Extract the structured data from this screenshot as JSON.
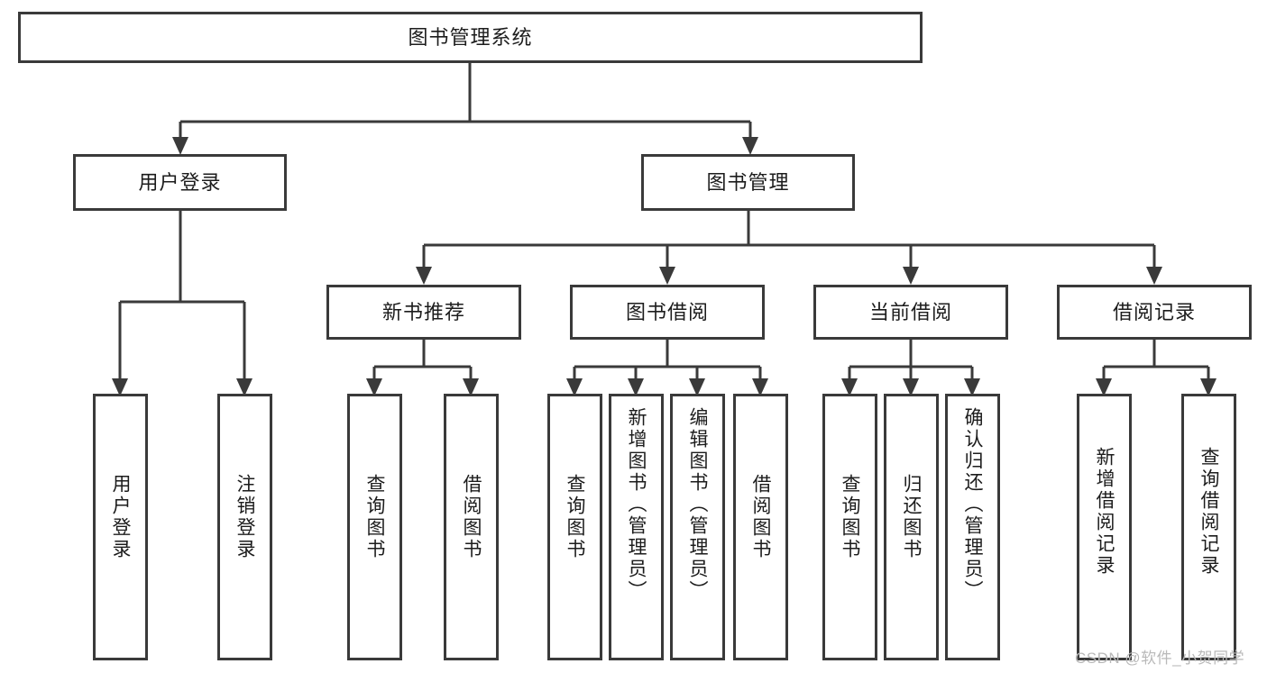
{
  "diagram": {
    "type": "tree-hierarchy",
    "title": "图书管理系统",
    "root": {
      "id": "root",
      "label": "图书管理系统"
    },
    "level2": [
      {
        "id": "user-login",
        "label": "用户登录"
      },
      {
        "id": "book-manage",
        "label": "图书管理"
      }
    ],
    "level3": [
      {
        "id": "new-book-recommend",
        "label": "新书推荐",
        "parent": "book-manage"
      },
      {
        "id": "book-borrow",
        "label": "图书借阅",
        "parent": "book-manage"
      },
      {
        "id": "current-borrow",
        "label": "当前借阅",
        "parent": "book-manage"
      },
      {
        "id": "borrow-record",
        "label": "借阅记录",
        "parent": "book-manage"
      }
    ],
    "leaves": [
      {
        "id": "leaf-user-login",
        "label": "用户登录",
        "parent": "user-login"
      },
      {
        "id": "leaf-user-logout",
        "label": "注销登录",
        "parent": "user-login"
      },
      {
        "id": "leaf-query-book-1",
        "label": "查询图书",
        "parent": "new-book-recommend"
      },
      {
        "id": "leaf-borrow-book-1",
        "label": "借阅图书",
        "parent": "new-book-recommend"
      },
      {
        "id": "leaf-query-book-2",
        "label": "查询图书",
        "parent": "book-borrow"
      },
      {
        "id": "leaf-add-book",
        "label": "新增图书（管理员）",
        "parent": "book-borrow"
      },
      {
        "id": "leaf-edit-book",
        "label": "编辑图书（管理员）",
        "parent": "book-borrow"
      },
      {
        "id": "leaf-borrow-book-2",
        "label": "借阅图书",
        "parent": "book-borrow"
      },
      {
        "id": "leaf-query-book-3",
        "label": "查询图书",
        "parent": "current-borrow"
      },
      {
        "id": "leaf-return-book",
        "label": "归还图书",
        "parent": "current-borrow"
      },
      {
        "id": "leaf-confirm-return",
        "label": "确认归还（管理员）",
        "parent": "current-borrow"
      },
      {
        "id": "leaf-add-record",
        "label": "新增借阅记录",
        "parent": "borrow-record"
      },
      {
        "id": "leaf-query-record",
        "label": "查询借阅记录",
        "parent": "borrow-record"
      }
    ],
    "watermark": "CSDN @软件_小贺同学",
    "colors": {
      "box_border": "#3a3a3a",
      "box_fill": "#ffffff",
      "connector": "#3a3a3a",
      "text": "#1c1c1c",
      "watermark": "#b9b9b9",
      "background": "#ffffff"
    }
  }
}
